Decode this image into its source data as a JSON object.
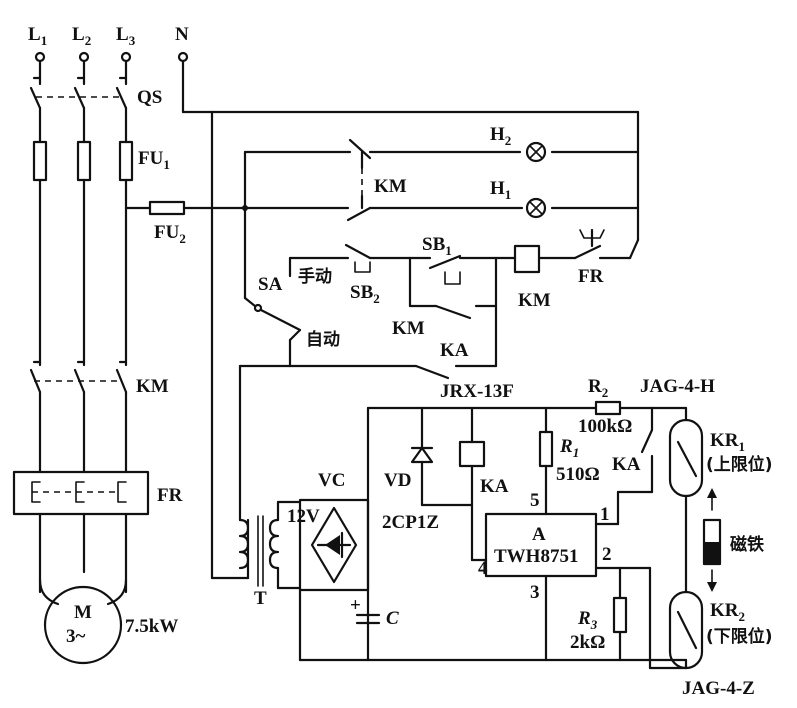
{
  "labels": {
    "L1": "L",
    "L1_sub": "1",
    "L2": "L",
    "L2_sub": "2",
    "L3": "L",
    "L3_sub": "3",
    "N": "N",
    "QS": "QS",
    "FU1": "FU",
    "FU1_sub": "1",
    "FU2": "FU",
    "FU2_sub": "2",
    "H2": "H",
    "H2_sub": "2",
    "H1": "H",
    "H1_sub": "1",
    "KM_top": "KM",
    "SB1": "SB",
    "SB1_sub": "1",
    "SB2": "SB",
    "SB2_sub": "2",
    "KM_coil": "KM",
    "FR_contact": "FR",
    "SA": "SA",
    "manual": "手动",
    "auto": "自动",
    "KM_hold": "KM",
    "KA_contact": "KA",
    "JRX": "JRX-13F",
    "R2": "R",
    "R2_sub": "2",
    "R2_val": "100kΩ",
    "JAG_H": "JAG-4-H",
    "R1": "R",
    "R1_sub": "1",
    "R1_val": "510Ω",
    "VD": "VD",
    "KA_coil": "KA",
    "KA_sw": "KA",
    "KR1": "KR",
    "KR1_sub": "1",
    "KR1_desc": "(上限位)",
    "VC": "VC",
    "V12": "12V",
    "VD_part": "2CP1Z",
    "pin5": "5",
    "pin1": "1",
    "pin2": "2",
    "pin3": "3",
    "pin4": "4",
    "IC_A": "A",
    "IC_name": "TWH8751",
    "magnet": "磁铁",
    "KR2": "KR",
    "KR2_sub": "2",
    "KR2_desc": "(下限位)",
    "R3": "R",
    "R3_sub": "3",
    "R3_val": "2kΩ",
    "T": "T",
    "C": "C",
    "cap_plus": "+",
    "JAG_Z": "JAG-4-Z",
    "KM_main": "KM",
    "FR_main": "FR",
    "M": "M",
    "M_phase": "3~",
    "power": "7.5kW"
  }
}
